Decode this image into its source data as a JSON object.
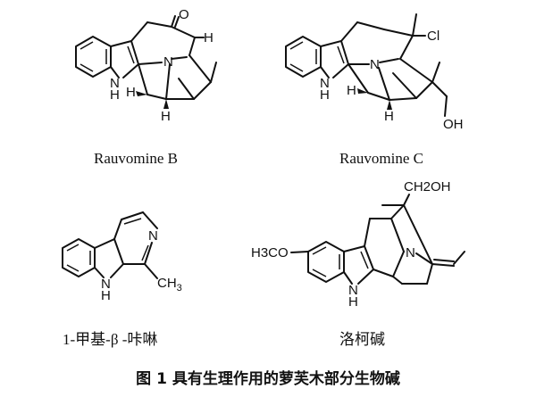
{
  "molecules": [
    {
      "label": "Rauvomine B",
      "atoms": {
        "o": "O",
        "h1": "H",
        "nh": "N",
        "nh_h": "H",
        "n": "N",
        "h2": "H",
        "h3": "H"
      }
    },
    {
      "label": "Rauvomine C",
      "atoms": {
        "cl": "Cl",
        "nh": "N",
        "nh_h": "H",
        "n": "N",
        "h2": "H",
        "h3": "H",
        "oh": "OH"
      }
    },
    {
      "label": "1-甲基-β -咔啉",
      "atoms": {
        "n": "N",
        "nh": "N",
        "nh_h": "H",
        "me": "CH",
        "me_sub": "3"
      }
    },
    {
      "label": "洛柯碱",
      "atoms": {
        "ome": "H3CO",
        "ch2oh": "CH2OH",
        "n": "N",
        "nh": "N",
        "nh_h": "H"
      }
    }
  ],
  "caption": "图 1   具有生理作用的萝芙木部分生物碱"
}
